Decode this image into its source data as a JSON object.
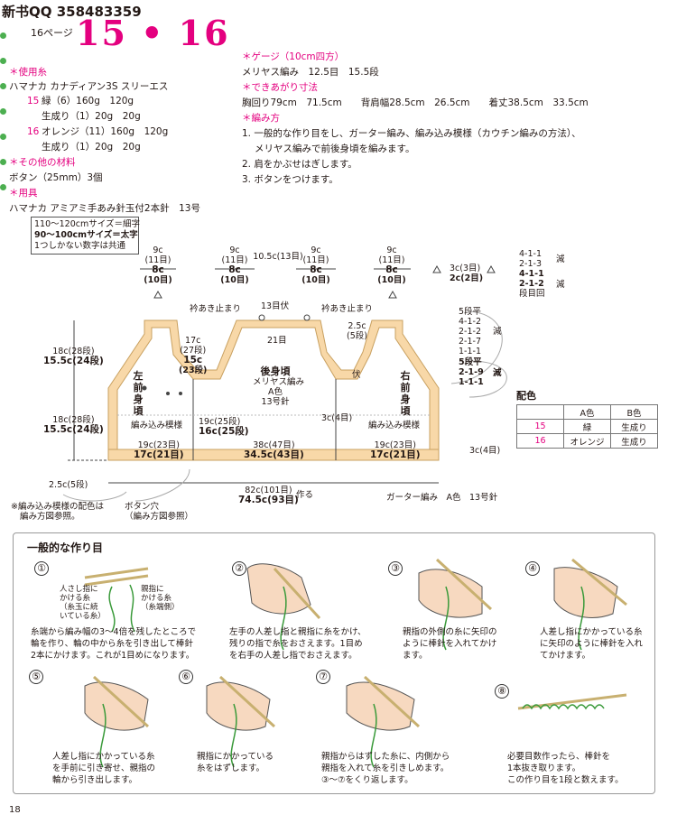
{
  "header": {
    "qq": "新书QQ 358483359",
    "page_label": "16ページ",
    "page_nums": "15 • 16"
  },
  "materials": {
    "yarn_title": "＊使用糸",
    "yarn_brand": "ハマナカ カナディアン3S スリーエス",
    "l15a_num": "15",
    "l15a": "緑（6）160g　120g",
    "l15b": "生成り（1）20g　20g",
    "l16a_num": "16",
    "l16a": "オレンジ（11）160g　120g",
    "l16b": "生成り（1）20g　20g",
    "other_title": "＊その他の材料",
    "other": "ボタン（25mm）3個",
    "tools_title": "＊用具",
    "tools": "ハマナカ アミアミ手あみ針玉付2本針　13号"
  },
  "gauge": {
    "title": "＊ゲージ（10cm四方）",
    "value": "メリヤス編み　12.5目　15.5段",
    "size_title": "＊できあがり寸法",
    "size": "胸回り79cm　71.5cm　　背肩幅28.5cm　26.5cm　　着丈38.5cm　33.5cm",
    "method_title": "＊編み方",
    "m1": "1. 一般的な作り目をし、ガーター編み、編み込み模様（カウチン編みの方法）、",
    "m1b": "メリヤス編みで前後身頃を編みます。",
    "m2": "2. 肩をかぶせはぎします。",
    "m3": "3. ボタンをつけます。"
  },
  "sizenote": {
    "l1": "110～120cmサイズ＝細字",
    "l2": "90～100cmサイズ＝太字",
    "l3": "1つしかない数字は共通"
  },
  "diagram": {
    "top": [
      {
        "a": "9c",
        "b": "(11目)",
        "c": "8c",
        "d": "(10目)"
      },
      {
        "a": "9c",
        "b": "(11目)",
        "c": "8c",
        "d": "(10目)"
      },
      {
        "a": "9c",
        "b": "(11目)",
        "c": "8c",
        "d": "(10目)"
      },
      {
        "a": "9c",
        "b": "(11目)",
        "c": "8c",
        "d": "(10目)"
      }
    ],
    "mid_top": "10.5c(13目)",
    "dec_note_a": "3c(3目)",
    "dec_note_b": "2c(2目)",
    "dec_right": [
      "4-1-1",
      "2-1-3",
      "4-1-1",
      "2-1-2",
      "段目回"
    ],
    "dec_label": "減",
    "neck_left": "衿あき止まり",
    "neck_right": "衿あき止まり",
    "neck_mid": "13目伏",
    "neck_21": "21目",
    "neck_25": "2.5c",
    "neck_25b": "(5段)",
    "right_steps": [
      "5段平",
      "4-1-2",
      "2-1-2",
      "2-1-7",
      "1-1-1"
    ],
    "right_steps2": [
      "5段平",
      "2-1-9",
      "1-1-1"
    ],
    "left_17": "17c",
    "left_27": "(27段)",
    "left_15": "15c",
    "left_23": "(23段)",
    "left_18a": "18c(28段)",
    "left_155a": "15.5c(24段)",
    "left_18b": "18c(28段)",
    "left_155b": "15.5c(24段)",
    "left_25": "2.5c(5段)",
    "lf_front": "左\n前\n身\n頃",
    "rf_front": "右\n前\n身\n頃",
    "back": "後身頃",
    "back_2": "メリヤス編み",
    "back_3": "A色",
    "back_4": "13号針",
    "pattern": "編み込み模様",
    "pattern_r": "編み込み模様",
    "mid_19": "19c(25段)",
    "mid_16": "16c(25段)",
    "fuku": "伏",
    "eq_3c": "3c(4目)",
    "b19l": "19c(23目)",
    "b17l": "17c(21目)",
    "b38": "38c(47目)",
    "b345": "34.5c(43目)",
    "b19r": "19c(23目)",
    "b17r": "17c(21目)",
    "r3c": "3c(4目)",
    "total_a": "82c(101目)",
    "total_b": "74.5c(93目)",
    "tsukuru": "作る",
    "garter": "ガーター編み　A色　13号針",
    "btn_hole": "ボタン穴",
    "btn_hole2": "（編み方図参照）",
    "note_a": "※編み込み模様の配色は",
    "note_b": "編み方図参照。"
  },
  "colors": {
    "title": "配色",
    "header": [
      "",
      "A色",
      "B色"
    ],
    "rows": [
      [
        "15",
        "緑",
        "生成り"
      ],
      [
        "16",
        "オレンジ",
        "生成り"
      ]
    ]
  },
  "panel": {
    "title": "一般的な作り目",
    "step1_a": "人さし指に",
    "step1_b": "かける糸",
    "step1_c": "（糸玉に続",
    "step1_d": "いている糸）",
    "step1_e": "親指に",
    "step1_f": "かける糸",
    "step1_g": "（糸端側）",
    "s1": "糸端から編み幅の3～4倍を残したところで\n輪を作り、輪の中から糸を引き出して棒針\n2本にかけます。これが1目めになります。",
    "s2": "左手の人差し指と親指に糸をかけ、\n残りの指で糸をおさえます。1目め\nを右手の人差し指でおさえます。",
    "s3": "親指の外側の糸に矢印の\nように棒針を入れてかけ\nます。",
    "s4": "人差し指にかかっている糸\nに矢印のように棒針を入れ\nてかけます。",
    "s5": "人差し指にかかっている糸\nを手前に引き寄せ、親指の\n輪から引き出します。",
    "s6": "親指にかかっている\n糸をはずします。",
    "s7": "親指からはずした糸に、内側から\n親指を入れて糸を引きしめます。\n③～⑦をくり返します。",
    "s8": "必要目数作ったら、棒針を\n1本抜き取ります。\nこの作り目を1段と数えます。",
    "nums": [
      "①",
      "②",
      "③",
      "④",
      "⑤",
      "⑥",
      "⑦",
      "⑧"
    ]
  },
  "page_num": "18"
}
